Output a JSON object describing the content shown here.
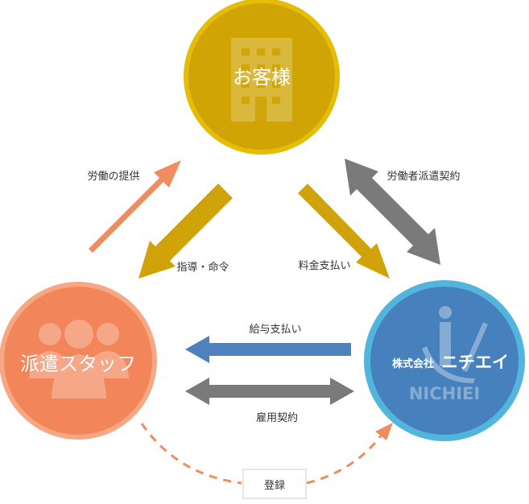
{
  "nodes": {
    "customer": {
      "label": "お客様",
      "color": "#d4a504",
      "ring": "#e7c200",
      "icon": "office-building-icon"
    },
    "staff": {
      "label": "派遣スタッフ",
      "color": "#f2855a",
      "ring": "#f6a382",
      "icon": "people-group-icon"
    },
    "company": {
      "label": "株式会社",
      "brand": "ニチエイ",
      "logo_text": "NICHIEI",
      "color": "#4680bd",
      "ring": "#52b6dc",
      "icon": "nichiei-logo-icon"
    }
  },
  "edges": {
    "labor_provision": "労働の提供",
    "instruction": "指導・命令",
    "fee_payment": "料金支払い",
    "dispatch_contract": "労働者派遣契約",
    "salary_payment": "給与支払い",
    "employment_contract": "雇用契約",
    "registration": "登録"
  },
  "colors": {
    "salmon_arrow": "#f08c5f",
    "gold_arrow": "#d1a30a",
    "gray_arrow": "#7a7a7a",
    "blue_arrow": "#4f82bd",
    "dashed_line": "#f08c5f"
  }
}
